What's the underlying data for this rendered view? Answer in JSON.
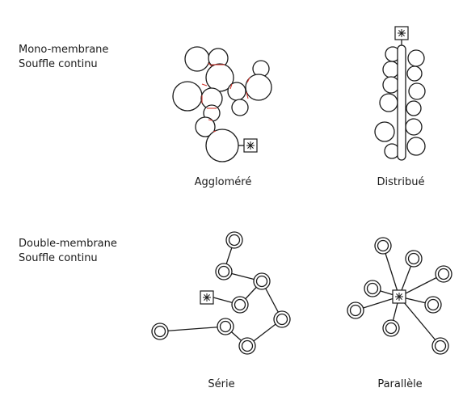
{
  "rows": [
    {
      "line1": "Mono-membrane",
      "line2": "Souffle continu"
    },
    {
      "line1": "Double-membrane",
      "line2": "Souffle continu"
    }
  ],
  "captions": {
    "agglomere": "Aggloméré",
    "distribue": "Distribué",
    "serie": "Série",
    "parallele": "Parallèle"
  },
  "colors": {
    "stroke": "#1a1a1a",
    "membrane_joint": "#d0342c",
    "background": "#ffffff"
  },
  "icons": {
    "blower": "blower-icon"
  }
}
